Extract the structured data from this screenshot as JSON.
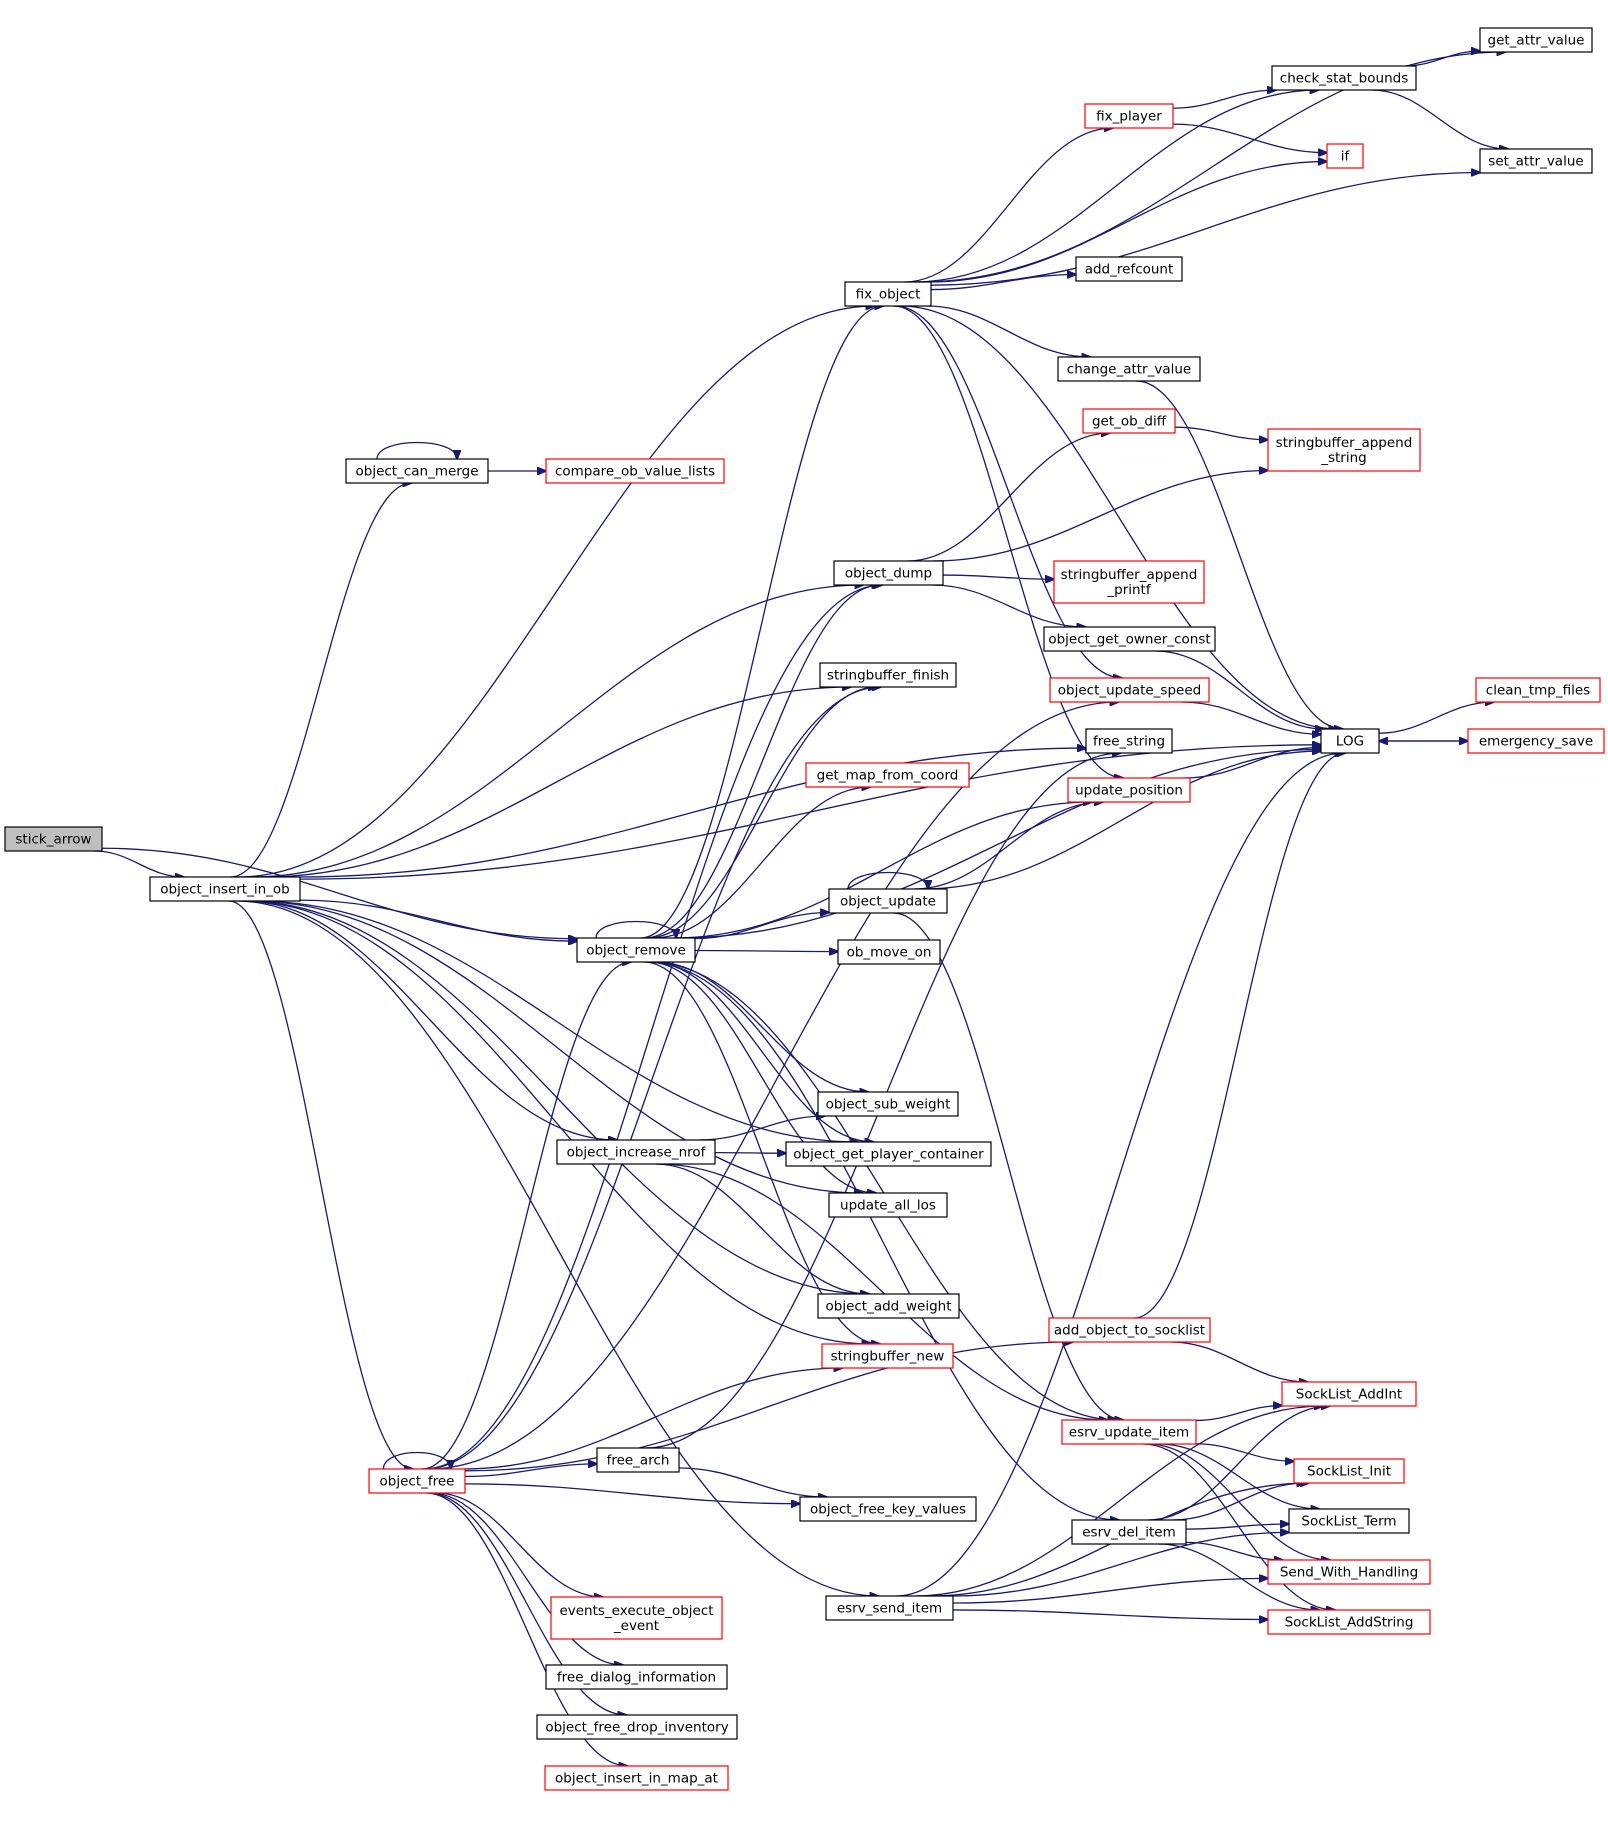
{
  "diagram": {
    "kind": "call-graph",
    "edge_color": "#191970",
    "node_border_colors": {
      "black": "#000000",
      "red": "#ff0000",
      "root_fill": "#bfbfbf"
    },
    "nodes": [
      {
        "id": "stick_arrow",
        "lines": [
          "stick_arrow"
        ],
        "style": "root"
      },
      {
        "id": "object_insert_in_ob",
        "lines": [
          "object_insert_in_ob"
        ],
        "style": "black"
      },
      {
        "id": "object_can_merge",
        "lines": [
          "object_can_merge"
        ],
        "style": "black"
      },
      {
        "id": "compare_ob_value_lists",
        "lines": [
          "compare_ob_value_lists"
        ],
        "style": "red"
      },
      {
        "id": "object_remove",
        "lines": [
          "object_remove"
        ],
        "style": "black"
      },
      {
        "id": "object_increase_nrof",
        "lines": [
          "object_increase_nrof"
        ],
        "style": "black"
      },
      {
        "id": "object_free",
        "lines": [
          "object_free"
        ],
        "style": "red"
      },
      {
        "id": "free_arch",
        "lines": [
          "free_arch"
        ],
        "style": "black"
      },
      {
        "id": "events_execute_object_event",
        "lines": [
          "events_execute_object",
          "_event"
        ],
        "style": "red"
      },
      {
        "id": "free_dialog_information",
        "lines": [
          "free_dialog_information"
        ],
        "style": "black"
      },
      {
        "id": "object_free_drop_inventory",
        "lines": [
          "object_free_drop_inventory"
        ],
        "style": "black"
      },
      {
        "id": "object_insert_in_map_at",
        "lines": [
          "object_insert_in_map_at"
        ],
        "style": "red"
      },
      {
        "id": "esrv_send_item",
        "lines": [
          "esrv_send_item"
        ],
        "style": "black"
      },
      {
        "id": "fix_object",
        "lines": [
          "fix_object"
        ],
        "style": "black"
      },
      {
        "id": "object_dump",
        "lines": [
          "object_dump"
        ],
        "style": "black"
      },
      {
        "id": "stringbuffer_finish",
        "lines": [
          "stringbuffer_finish"
        ],
        "style": "black"
      },
      {
        "id": "get_map_from_coord",
        "lines": [
          "get_map_from_coord"
        ],
        "style": "red"
      },
      {
        "id": "object_update",
        "lines": [
          "object_update"
        ],
        "style": "black"
      },
      {
        "id": "ob_move_on",
        "lines": [
          "ob_move_on"
        ],
        "style": "black"
      },
      {
        "id": "object_sub_weight",
        "lines": [
          "object_sub_weight"
        ],
        "style": "black"
      },
      {
        "id": "object_get_player_container",
        "lines": [
          "object_get_player_container"
        ],
        "style": "black"
      },
      {
        "id": "update_all_los",
        "lines": [
          "update_all_los"
        ],
        "style": "black"
      },
      {
        "id": "object_add_weight",
        "lines": [
          "object_add_weight"
        ],
        "style": "black"
      },
      {
        "id": "stringbuffer_new",
        "lines": [
          "stringbuffer_new"
        ],
        "style": "red"
      },
      {
        "id": "object_free_key_values",
        "lines": [
          "object_free_key_values"
        ],
        "style": "black"
      },
      {
        "id": "fix_player",
        "lines": [
          "fix_player"
        ],
        "style": "red"
      },
      {
        "id": "add_refcount",
        "lines": [
          "add_refcount"
        ],
        "style": "black"
      },
      {
        "id": "change_attr_value",
        "lines": [
          "change_attr_value"
        ],
        "style": "black"
      },
      {
        "id": "get_ob_diff",
        "lines": [
          "get_ob_diff"
        ],
        "style": "red"
      },
      {
        "id": "stringbuffer_append_printf",
        "lines": [
          "stringbuffer_append",
          "_printf"
        ],
        "style": "red"
      },
      {
        "id": "object_get_owner_const",
        "lines": [
          "object_get_owner_const"
        ],
        "style": "black"
      },
      {
        "id": "object_update_speed",
        "lines": [
          "object_update_speed"
        ],
        "style": "red"
      },
      {
        "id": "free_string",
        "lines": [
          "free_string"
        ],
        "style": "black"
      },
      {
        "id": "update_position",
        "lines": [
          "update_position"
        ],
        "style": "red"
      },
      {
        "id": "add_object_to_socklist",
        "lines": [
          "add_object_to_socklist"
        ],
        "style": "red"
      },
      {
        "id": "esrv_update_item",
        "lines": [
          "esrv_update_item"
        ],
        "style": "red"
      },
      {
        "id": "esrv_del_item",
        "lines": [
          "esrv_del_item"
        ],
        "style": "black"
      },
      {
        "id": "check_stat_bounds",
        "lines": [
          "check_stat_bounds"
        ],
        "style": "black"
      },
      {
        "id": "if",
        "lines": [
          "if"
        ],
        "style": "red"
      },
      {
        "id": "stringbuffer_append_string",
        "lines": [
          "stringbuffer_append",
          "_string"
        ],
        "style": "red"
      },
      {
        "id": "LOG",
        "lines": [
          "LOG"
        ],
        "style": "black"
      },
      {
        "id": "get_attr_value",
        "lines": [
          "get_attr_value"
        ],
        "style": "black"
      },
      {
        "id": "set_attr_value",
        "lines": [
          "set_attr_value"
        ],
        "style": "black"
      },
      {
        "id": "clean_tmp_files",
        "lines": [
          "clean_tmp_files"
        ],
        "style": "red"
      },
      {
        "id": "emergency_save",
        "lines": [
          "emergency_save"
        ],
        "style": "red"
      },
      {
        "id": "SockList_AddInt",
        "lines": [
          "SockList_AddInt"
        ],
        "style": "red"
      },
      {
        "id": "SockList_Init",
        "lines": [
          "SockList_Init"
        ],
        "style": "red"
      },
      {
        "id": "SockList_Term",
        "lines": [
          "SockList_Term"
        ],
        "style": "black"
      },
      {
        "id": "Send_With_Handling",
        "lines": [
          "Send_With_Handling"
        ],
        "style": "red"
      },
      {
        "id": "SockList_AddString",
        "lines": [
          "SockList_AddString"
        ],
        "style": "red"
      }
    ],
    "edges": [
      [
        "stick_arrow",
        "object_insert_in_ob"
      ],
      [
        "stick_arrow",
        "object_remove"
      ],
      [
        "object_insert_in_ob",
        "object_can_merge"
      ],
      [
        "object_insert_in_ob",
        "fix_object"
      ],
      [
        "object_insert_in_ob",
        "object_dump"
      ],
      [
        "object_insert_in_ob",
        "LOG"
      ],
      [
        "object_insert_in_ob",
        "stringbuffer_finish"
      ],
      [
        "object_insert_in_ob",
        "free_string"
      ],
      [
        "object_insert_in_ob",
        "object_remove"
      ],
      [
        "object_insert_in_ob",
        "object_increase_nrof"
      ],
      [
        "object_insert_in_ob",
        "object_get_player_container"
      ],
      [
        "object_insert_in_ob",
        "update_all_los"
      ],
      [
        "object_insert_in_ob",
        "object_add_weight"
      ],
      [
        "object_insert_in_ob",
        "stringbuffer_new"
      ],
      [
        "object_insert_in_ob",
        "object_free"
      ],
      [
        "object_insert_in_ob",
        "esrv_send_item"
      ],
      [
        "object_can_merge",
        "object_can_merge"
      ],
      [
        "object_can_merge",
        "compare_ob_value_lists"
      ],
      [
        "object_remove",
        "object_remove"
      ],
      [
        "object_remove",
        "fix_object"
      ],
      [
        "object_remove",
        "object_dump"
      ],
      [
        "object_remove",
        "stringbuffer_finish"
      ],
      [
        "object_remove",
        "get_map_from_coord"
      ],
      [
        "object_remove",
        "update_position"
      ],
      [
        "object_remove",
        "LOG"
      ],
      [
        "object_remove",
        "object_update"
      ],
      [
        "object_remove",
        "ob_move_on"
      ],
      [
        "object_remove",
        "object_sub_weight"
      ],
      [
        "object_remove",
        "object_get_player_container"
      ],
      [
        "object_remove",
        "update_all_los"
      ],
      [
        "object_remove",
        "stringbuffer_new"
      ],
      [
        "object_remove",
        "esrv_update_item"
      ],
      [
        "object_remove",
        "esrv_del_item"
      ],
      [
        "object_increase_nrof",
        "object_sub_weight"
      ],
      [
        "object_increase_nrof",
        "object_get_player_container"
      ],
      [
        "object_increase_nrof",
        "object_add_weight"
      ],
      [
        "object_increase_nrof",
        "esrv_update_item"
      ],
      [
        "object_free",
        "object_free"
      ],
      [
        "object_free",
        "object_dump"
      ],
      [
        "object_free",
        "stringbuffer_finish"
      ],
      [
        "object_free",
        "object_remove"
      ],
      [
        "object_free",
        "stringbuffer_new"
      ],
      [
        "object_free",
        "free_arch"
      ],
      [
        "object_free",
        "object_free_key_values"
      ],
      [
        "object_free",
        "events_execute_object_event"
      ],
      [
        "object_free",
        "free_dialog_information"
      ],
      [
        "object_free",
        "object_free_drop_inventory"
      ],
      [
        "object_free",
        "object_insert_in_map_at"
      ],
      [
        "object_free",
        "object_update_speed"
      ],
      [
        "object_free",
        "add_object_to_socklist"
      ],
      [
        "free_arch",
        "free_string"
      ],
      [
        "free_arch",
        "object_free_key_values"
      ],
      [
        "esrv_send_item",
        "LOG"
      ],
      [
        "esrv_send_item",
        "SockList_AddInt"
      ],
      [
        "esrv_send_item",
        "SockList_Init"
      ],
      [
        "esrv_send_item",
        "SockList_Term"
      ],
      [
        "esrv_send_item",
        "Send_With_Handling"
      ],
      [
        "esrv_send_item",
        "SockList_AddString"
      ],
      [
        "fix_object",
        "get_attr_value"
      ],
      [
        "fix_object",
        "check_stat_bounds"
      ],
      [
        "fix_object",
        "fix_player"
      ],
      [
        "fix_object",
        "if"
      ],
      [
        "fix_object",
        "set_attr_value"
      ],
      [
        "fix_object",
        "add_refcount"
      ],
      [
        "fix_object",
        "LOG"
      ],
      [
        "fix_object",
        "change_attr_value"
      ],
      [
        "fix_object",
        "object_update_speed"
      ],
      [
        "fix_object",
        "update_position"
      ],
      [
        "fix_player",
        "check_stat_bounds"
      ],
      [
        "fix_player",
        "if"
      ],
      [
        "check_stat_bounds",
        "get_attr_value"
      ],
      [
        "check_stat_bounds",
        "set_attr_value"
      ],
      [
        "change_attr_value",
        "LOG"
      ],
      [
        "object_dump",
        "get_ob_diff"
      ],
      [
        "object_dump",
        "stringbuffer_append_string"
      ],
      [
        "object_dump",
        "stringbuffer_append_printf"
      ],
      [
        "object_dump",
        "object_get_owner_const"
      ],
      [
        "get_ob_diff",
        "stringbuffer_append_string"
      ],
      [
        "object_get_owner_const",
        "LOG"
      ],
      [
        "object_update_speed",
        "LOG"
      ],
      [
        "update_position",
        "LOG"
      ],
      [
        "object_update",
        "object_update"
      ],
      [
        "object_update",
        "update_position"
      ],
      [
        "object_update",
        "LOG"
      ],
      [
        "object_update",
        "esrv_update_item"
      ],
      [
        "LOG",
        "clean_tmp_files"
      ],
      [
        "LOG",
        "emergency_save"
      ],
      [
        "emergency_save",
        "LOG"
      ],
      [
        "add_object_to_socklist",
        "LOG"
      ],
      [
        "add_object_to_socklist",
        "SockList_AddInt"
      ],
      [
        "esrv_update_item",
        "SockList_AddInt"
      ],
      [
        "esrv_update_item",
        "SockList_Init"
      ],
      [
        "esrv_update_item",
        "SockList_Term"
      ],
      [
        "esrv_update_item",
        "Send_With_Handling"
      ],
      [
        "esrv_update_item",
        "SockList_AddString"
      ],
      [
        "esrv_del_item",
        "SockList_AddInt"
      ],
      [
        "esrv_del_item",
        "SockList_Init"
      ],
      [
        "esrv_del_item",
        "SockList_Term"
      ],
      [
        "esrv_del_item",
        "Send_With_Handling"
      ],
      [
        "esrv_del_item",
        "SockList_AddString"
      ]
    ]
  }
}
